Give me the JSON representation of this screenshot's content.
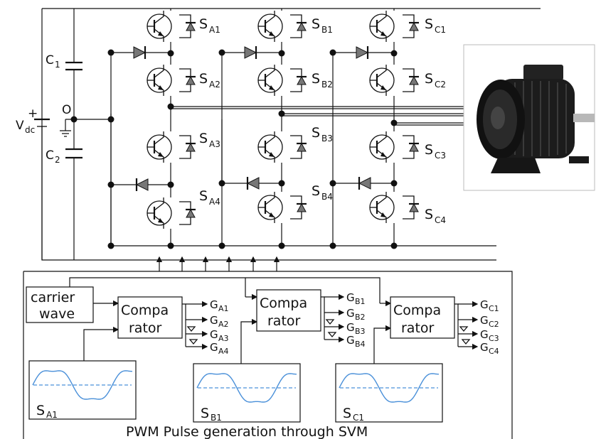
{
  "figure": {
    "supply": {
      "name": "V",
      "sub": "dc",
      "plus": "+",
      "minus": "−"
    },
    "capacitors": [
      {
        "name": "C",
        "sub": "1"
      },
      {
        "name": "C",
        "sub": "2"
      }
    ],
    "neutral_label": "O",
    "switches": {
      "a1": {
        "name": "S",
        "sub": "A1"
      },
      "a2": {
        "name": "S",
        "sub": "A2"
      },
      "a3": {
        "name": "S",
        "sub": "A3"
      },
      "a4": {
        "name": "S",
        "sub": "A4"
      },
      "b1": {
        "name": "S",
        "sub": "B1"
      },
      "b2": {
        "name": "S",
        "sub": "B2"
      },
      "b3": {
        "name": "S",
        "sub": "B3"
      },
      "b4": {
        "name": "S",
        "sub": "B4"
      },
      "c1": {
        "name": "S",
        "sub": "C1"
      },
      "c2": {
        "name": "S",
        "sub": "C2"
      },
      "c3": {
        "name": "S",
        "sub": "C3"
      },
      "c4": {
        "name": "S",
        "sub": "C4"
      }
    },
    "carrier": {
      "line1": "carrier",
      "line2": "wave"
    },
    "comparator": {
      "line1": "Compa",
      "line2": "rator"
    },
    "gates": {
      "a": [
        {
          "name": "G",
          "sub": "A1"
        },
        {
          "name": "G",
          "sub": "A2"
        },
        {
          "name": "G",
          "sub": "A3"
        },
        {
          "name": "G",
          "sub": "A4"
        }
      ],
      "b": [
        {
          "name": "G",
          "sub": "B1"
        },
        {
          "name": "G",
          "sub": "B2"
        },
        {
          "name": "G",
          "sub": "B3"
        },
        {
          "name": "G",
          "sub": "B4"
        }
      ],
      "c": [
        {
          "name": "G",
          "sub": "C1"
        },
        {
          "name": "G",
          "sub": "C2"
        },
        {
          "name": "G",
          "sub": "C3"
        },
        {
          "name": "G",
          "sub": "C4"
        }
      ]
    },
    "references": [
      {
        "name": "S",
        "sub": "A1"
      },
      {
        "name": "S",
        "sub": "B1"
      },
      {
        "name": "S",
        "sub": "C1"
      }
    ],
    "caption": "PWM Pulse generation through SVM",
    "colors": {
      "line": "#111111",
      "reference_wave": "#4a90d9",
      "diode_fill": "#777777",
      "motor_body": "#1c1c1c"
    }
  }
}
